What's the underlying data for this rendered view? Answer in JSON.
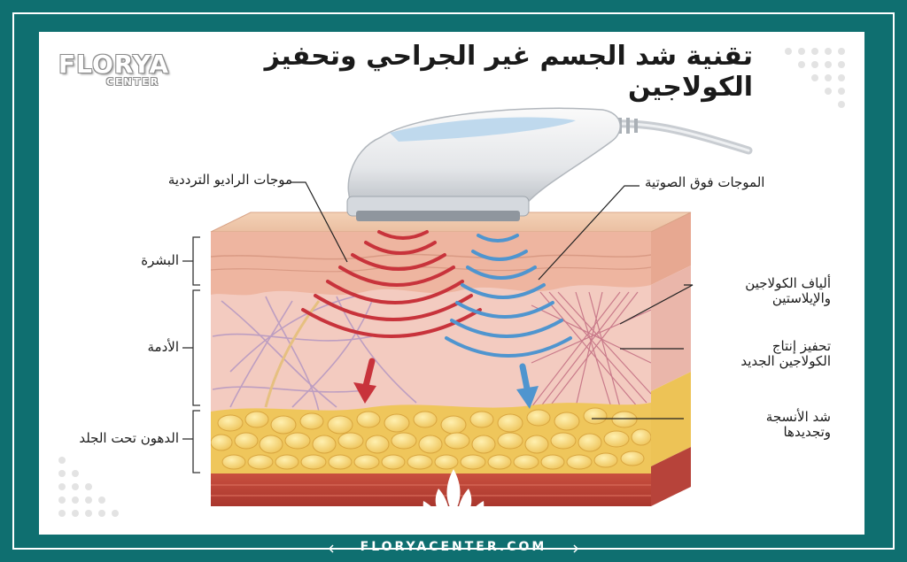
{
  "title": "تقنية شد الجسم غير الجراحي وتحفيز الكولاجين",
  "brand": {
    "logo_main": "FLORYA",
    "logo_sub": "CENTER",
    "website": "FLORYACENTER.COM"
  },
  "labels": {
    "radio_waves": "موجات الراديو الترددية",
    "ultrasound_waves": "الموجات فوق الصوتية",
    "epidermis": "البشرة",
    "dermis": "الأدمة",
    "subcutaneous_fat": "الدهون تحت الجلد",
    "collagen_fibers_line1": "ألياف الكولاجين",
    "collagen_fibers_line2": "والإيلاستين",
    "collagen_production_line1": "تحفيز إنتاج",
    "collagen_production_line2": "الكولاجين الجديد",
    "tissue_tightening_line1": "شد الأنسجة",
    "tissue_tightening_line2": "وتجديدها"
  },
  "colors": {
    "background": "#0f6f70",
    "panel": "#ffffff",
    "rf_wave": "#c8333b",
    "ultrasound_wave": "#4f95cf",
    "fat": "#f2cf5f",
    "dermis": "#f1c3b8",
    "epidermis": "#eeb6a0"
  }
}
